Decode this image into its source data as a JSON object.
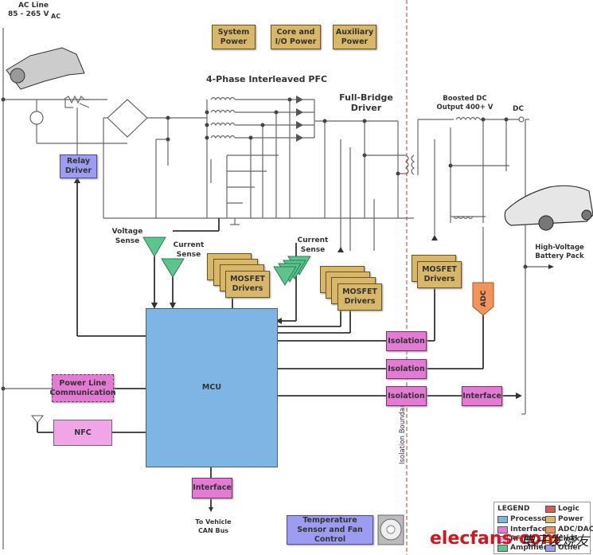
{
  "title_labels": {
    "ac_line": "AC Line",
    "ac_range": "85 - 265 V",
    "ac_sub": "AC",
    "pfc": "4-Phase Interleaved PFC",
    "full_bridge_1": "Full-Bridge",
    "full_bridge_2": "Driver",
    "boosted_1": "Boosted DC",
    "boosted_2": "Output 400+ V",
    "dc": "DC",
    "battery_1": "High-Voltage",
    "battery_2": "Battery Pack",
    "voltage_sense_1": "Voltage",
    "voltage_sense_2": "Sense",
    "current_sense_a_1": "Current",
    "current_sense_a_2": "Sense",
    "current_sense_b_1": "Current",
    "current_sense_b_2": "Sense",
    "isolation_boundary": "Isolation Boundary",
    "can_bus_1": "To Vehicle",
    "can_bus_2": "CAN Bus"
  },
  "blocks": {
    "system_power": "System Power",
    "core_io_power": "Core and I/O Power",
    "auxiliary_power": "Auxiliary Power",
    "relay_driver": "Relay Driver",
    "mosfet_drivers_pfc": "MOSFET Drivers",
    "mosfet_drivers_bridge": "MOSFET Drivers",
    "mosfet_drivers_out": "MOSFET Drivers",
    "adc": "ADC",
    "mcu": "MCU",
    "isolation_1": "Isolation",
    "isolation_2": "Isolation",
    "isolation_3": "Isolation",
    "interface_right": "Interface",
    "interface_bottom": "Interface",
    "plc": "Power Line Communication",
    "nfc": "NFC",
    "temp_fan": "Temperature Sensor and Fan Control"
  },
  "legend": {
    "title": "LEGEND",
    "items": [
      {
        "label": "Processor",
        "color": "#7fb5e4"
      },
      {
        "label": "Logic",
        "color": "#d9585a"
      },
      {
        "label": "Power",
        "color": "#d9b768"
      },
      {
        "label": "Interface",
        "color": "#e37ad3"
      },
      {
        "label": "ADC/DAC",
        "color": "#f0945c"
      },
      {
        "label": "RF/IF",
        "color": "#f0a6e6"
      },
      {
        "label": "Clock",
        "color": "#e8e070"
      },
      {
        "label": "Amplifier",
        "color": "#5cc48c"
      },
      {
        "label": "Other",
        "color": "#9c9cf0"
      }
    ]
  },
  "watermark": {
    "text": "elecfans·com",
    "cn": "电子发烧友"
  },
  "colors": {
    "wire": "#555555",
    "isolation_line": "#c0392b",
    "amplifier": "#5cc48c"
  }
}
